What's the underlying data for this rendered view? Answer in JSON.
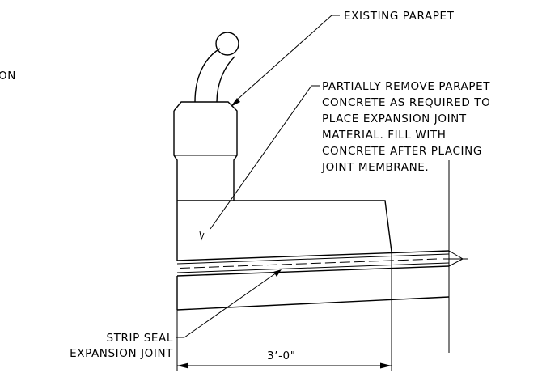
{
  "colors": {
    "line": "#000000",
    "background": "#ffffff"
  },
  "labels": {
    "left_edge_fragment": "ON",
    "existing_parapet": "EXISTING PARAPET",
    "note_lines": [
      "PARTIALLY REMOVE PARAPET",
      "CONCRETE AS REQUIRED TO",
      "PLACE EXPANSION JOINT",
      "MATERIAL. FILL WITH",
      "CONCRETE AFTER PLACING",
      "JOINT MEMBRANE."
    ],
    "strip_seal_lines": [
      "STRIP SEAL",
      "EXPANSION JOINT"
    ],
    "dimension": "3’-0\""
  }
}
